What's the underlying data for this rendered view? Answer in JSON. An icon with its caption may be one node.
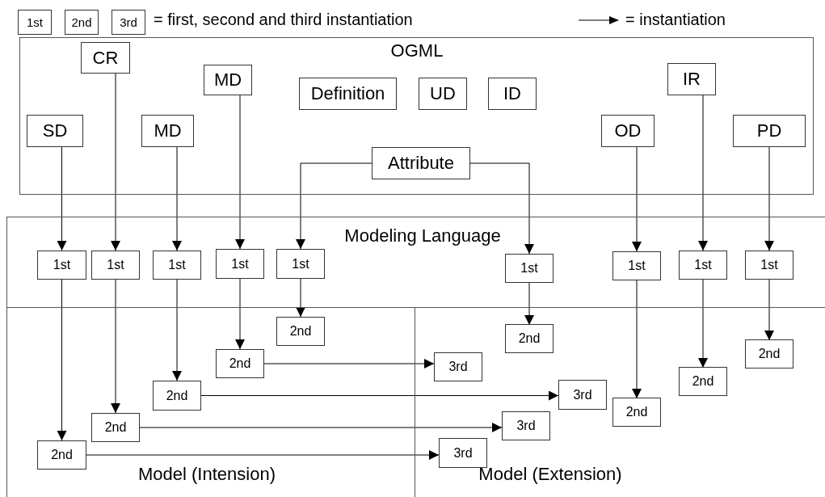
{
  "diagram": {
    "nodes": [
      {
        "text": [
          "1st"
        ]
      },
      {
        "text": [
          "2nd"
        ]
      },
      {
        "text": [
          "3rd"
        ]
      },
      {
        "text": [
          "OGML"
        ]
      },
      {
        "text": [
          "CR"
        ],
        "in": 3
      },
      {
        "text": [
          "MD"
        ],
        "in": 3
      },
      {
        "text": [
          "Definition"
        ],
        "in": 3
      },
      {
        "text": [
          "UD"
        ],
        "in": 3
      },
      {
        "text": [
          "ID"
        ],
        "in": 3
      },
      {
        "text": [
          "IR"
        ],
        "in": 3
      },
      {
        "text": [
          "SD"
        ],
        "in": 3
      },
      {
        "text": [
          "MD"
        ],
        "in": 3
      },
      {
        "text": [
          "Attribute"
        ],
        "in": 3
      },
      {
        "text": [
          "OD"
        ],
        "in": 3
      },
      {
        "text": [
          "PD"
        ],
        "in": 3
      },
      {
        "text": [
          "Modeling Language"
        ]
      },
      {
        "text": [
          "1st"
        ],
        "in": 15
      },
      {
        "text": [
          "1st"
        ],
        "in": 15
      },
      {
        "text": [
          "1st"
        ],
        "in": 15
      },
      {
        "text": [
          "1st"
        ],
        "in": 15
      },
      {
        "text": [
          "1st"
        ],
        "in": 15
      },
      {
        "text": [
          "1st"
        ],
        "in": 15
      },
      {
        "text": [
          "1st"
        ],
        "in": 15
      },
      {
        "text": [
          "1st"
        ],
        "in": 15
      },
      {
        "text": [
          "1st"
        ],
        "in": 15
      },
      {
        "text": [
          "Model (Intension)"
        ]
      },
      {
        "text": [
          "Model (Extension)"
        ]
      },
      {
        "text": [
          "2nd"
        ],
        "in": 25
      },
      {
        "text": [
          "2nd"
        ],
        "in": 25
      },
      {
        "text": [
          "2nd"
        ],
        "in": 25
      },
      {
        "text": [
          "2nd"
        ],
        "in": 25
      },
      {
        "text": [
          "2nd"
        ],
        "in": 25
      },
      {
        "text": [
          "2nd"
        ],
        "in": 26
      },
      {
        "text": [
          "2nd"
        ],
        "in": 26
      },
      {
        "text": [
          "3rd"
        ],
        "in": 26
      },
      {
        "text": [
          "2nd"
        ],
        "in": 26
      },
      {
        "text": [
          "3rd"
        ],
        "in": 26
      },
      {
        "text": [
          "2nd"
        ],
        "in": 26
      },
      {
        "text": [
          "3rd"
        ],
        "in": 26
      },
      {
        "text": [
          "3rd"
        ],
        "in": 26
      }
    ],
    "edges": [
      {
        "from": 10,
        "to": 16,
        "arrow": "to"
      },
      {
        "from": 4,
        "to": 17,
        "arrow": "to"
      },
      {
        "from": 11,
        "to": 18,
        "arrow": "to"
      },
      {
        "from": 5,
        "to": 19,
        "arrow": "to"
      },
      {
        "from": 12,
        "to": 20,
        "arrow": "to"
      },
      {
        "from": 12,
        "to": 21,
        "arrow": "to"
      },
      {
        "from": 13,
        "to": 22,
        "arrow": "to"
      },
      {
        "from": 9,
        "to": 23,
        "arrow": "to"
      },
      {
        "from": 14,
        "to": 24,
        "arrow": "to"
      },
      {
        "from": 16,
        "to": 31,
        "arrow": "to"
      },
      {
        "from": 17,
        "to": 30,
        "arrow": "to"
      },
      {
        "from": 18,
        "to": 29,
        "arrow": "to"
      },
      {
        "from": 19,
        "to": 28,
        "arrow": "to"
      },
      {
        "from": 20,
        "to": 27,
        "arrow": "to"
      },
      {
        "from": 21,
        "to": 32,
        "arrow": "to"
      },
      {
        "from": 22,
        "to": 37,
        "arrow": "to"
      },
      {
        "from": 23,
        "to": 35,
        "arrow": "to"
      },
      {
        "from": 24,
        "to": 33,
        "arrow": "to"
      },
      {
        "from": 28,
        "to": 34,
        "arrow": "to"
      },
      {
        "from": 29,
        "to": 36,
        "arrow": "to"
      },
      {
        "from": 30,
        "to": 38,
        "arrow": "to"
      },
      {
        "from": 31,
        "to": 39,
        "arrow": "to"
      }
    ],
    "labels": [
      "= first, second and third instantiation"
    ],
    "legend": [
      {
        "text": "= instantiation"
      }
    ]
  }
}
